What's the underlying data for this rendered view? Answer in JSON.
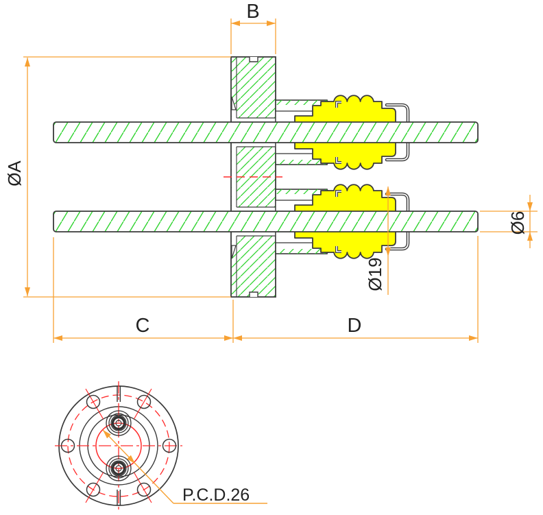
{
  "drawing": {
    "labels": {
      "dia_a": "ØA",
      "b": "B",
      "c": "C",
      "d": "D",
      "dia_6": "Ø6",
      "dia_19": "Ø19",
      "pcd_26": "P.C.D.26"
    },
    "colors": {
      "outline": "#3a3a3a",
      "hatch_green": "#2ed32e",
      "insulator_yellow": "#ffff00",
      "dimension_orange": "#f7a133",
      "centerline_red": "#ff2a2a"
    }
  }
}
